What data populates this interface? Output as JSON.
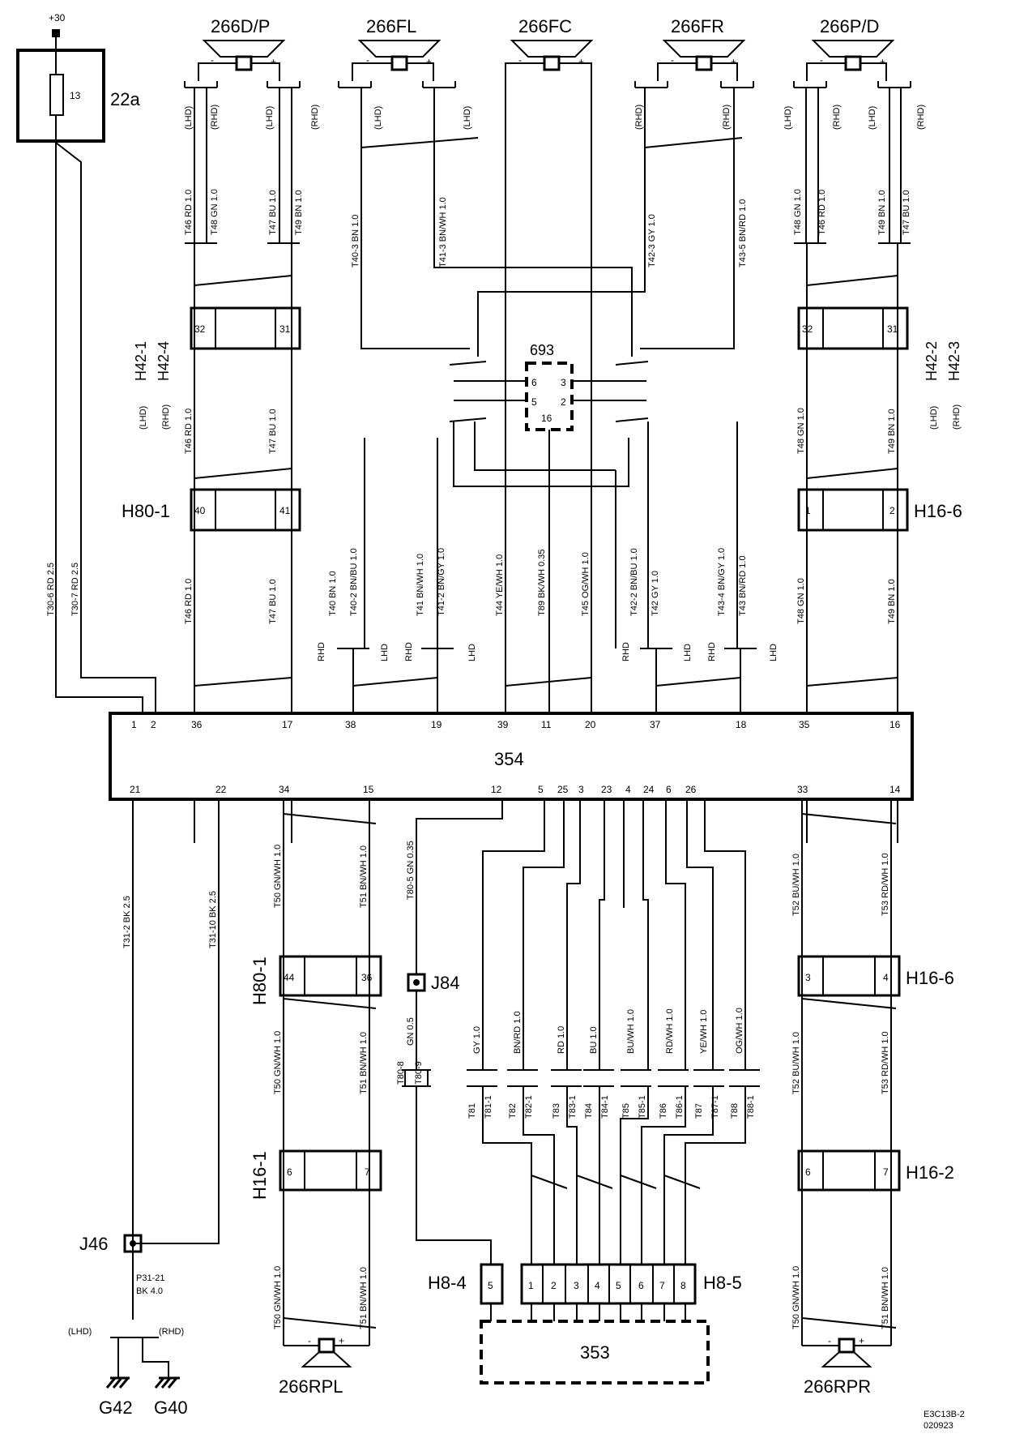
{
  "supply": {
    "label": "+30"
  },
  "fuse": {
    "id": "22a",
    "number": "13"
  },
  "module_354": {
    "label": "354"
  },
  "module_693": {
    "label": "693"
  },
  "module_353": {
    "label": "353"
  },
  "speakers": {
    "top": [
      {
        "id": "266D/P",
        "minus": "-",
        "plus": "+"
      },
      {
        "id": "266FL",
        "minus": "-",
        "plus": "+"
      },
      {
        "id": "266FC",
        "minus": "-",
        "plus": "+"
      },
      {
        "id": "266FR",
        "minus": "-",
        "plus": "+"
      },
      {
        "id": "266P/D",
        "minus": "-",
        "plus": "+"
      }
    ],
    "bottom": [
      {
        "id": "266RPL",
        "minus": "-",
        "plus": "+"
      },
      {
        "id": "266RPR",
        "minus": "-",
        "plus": "+"
      }
    ]
  },
  "connectors": {
    "h42_left_a": "H42-1",
    "h42_left_b": "H42-4",
    "h42_left_a_note": "(LHD)",
    "h42_left_b_note": "(RHD)",
    "h42_right_a": "H42-2",
    "h42_right_b": "H42-3",
    "h42_right_a_note": "(LHD)",
    "h42_right_b_note": "(RHD)",
    "h80_top": "H80-1",
    "h16_6_top": "H16-6",
    "h80_bottom": "H80-1",
    "h16_6_bottom": "H16-6",
    "h16_1": "H16-1",
    "h16_2": "H16-2",
    "h8_4": "H8-4",
    "h8_5": "H8-5",
    "j46": "J46",
    "j84": "J84"
  },
  "pins": {
    "h42_left": [
      "32",
      "31"
    ],
    "h42_right": [
      "32",
      "31"
    ],
    "h80_top": [
      "40",
      "41"
    ],
    "h16_6_top": [
      "1",
      "2"
    ],
    "h80_bottom": [
      "44",
      "36"
    ],
    "h16_6_bottom": [
      "3",
      "4"
    ],
    "h16_1": [
      "6",
      "7"
    ],
    "h16_2": [
      "6",
      "7"
    ],
    "h8_4": [
      "5"
    ],
    "h8_5": [
      "1",
      "2",
      "3",
      "4",
      "5",
      "6",
      "7",
      "8"
    ],
    "m693": [
      "6",
      "3",
      "5",
      "2",
      "16"
    ],
    "m354_top": [
      "1",
      "2",
      "36",
      "17",
      "38",
      "19",
      "39",
      "11",
      "20",
      "37",
      "18",
      "35",
      "16"
    ],
    "m354_bottom": [
      "21",
      "22",
      "34",
      "15",
      "12",
      "5",
      "25",
      "3",
      "23",
      "4",
      "24",
      "6",
      "26",
      "33",
      "14"
    ]
  },
  "wires": {
    "top_left": [
      "T46  RD  1.0",
      "T48  GN  1.0",
      "T47  BU  1.0",
      "T49  BN  1.0"
    ],
    "top_left_notes": [
      "(LHD)",
      "(RHD)",
      "(LHD)",
      "(RHD)"
    ],
    "top_fl": [
      "T40-3  BN  1.0",
      "T41-3  BN/WH  1.0"
    ],
    "top_fl_notes": [
      "(LHD)",
      "(LHD)"
    ],
    "top_fr": [
      "T42-3  GY  1.0",
      "T43-5  BN/RD  1.0"
    ],
    "top_fr_notes": [
      "(RHD)",
      "(RHD)"
    ],
    "top_right": [
      "T48  GN  1.0",
      "T46  RD  1.0",
      "T49  BN  1.0",
      "T47  BU  1.0"
    ],
    "top_right_notes": [
      "(LHD)",
      "(RHD)",
      "(LHD)",
      "(RHD)"
    ],
    "mid_left": [
      "T46  RD  1.0",
      "T47  BU  1.0"
    ],
    "mid_right": [
      "T48  GN  1.0",
      "T49  BN  1.0"
    ],
    "supply": [
      "T30-6  RD  2.5",
      "T30-7  RD  2.5"
    ],
    "low_left": [
      "T46  RD  1.0",
      "T47  BU  1.0"
    ],
    "low_center": [
      "T40  BN  1.0",
      "T40-2  BN/BU  1.0",
      "T41  BN/WH  1.0",
      "T41-2  BN/GY  1.0",
      "T44  YE/WH  1.0",
      "T89  BK/WH  0.35",
      "T45  OG/WH  1.0",
      "T42-2  BN/BU  1.0",
      "T42  GY  1.0",
      "T43-4  BN/GY  1.0",
      "T43  BN/RD  1.0"
    ],
    "low_center_notes": [
      "RHD",
      "LHD",
      "RHD",
      "LHD",
      "RHD",
      "LHD",
      "RHD",
      "LHD"
    ],
    "low_right": [
      "T48  GN  1.0",
      "T49  BN  1.0"
    ],
    "ground": [
      "T31-2  BK  2.5",
      "T31-10  BK  2.5"
    ],
    "rear_left_a": [
      "T50  GN/WH  1.0",
      "T51  BN/WH  1.0"
    ],
    "rear_left_b": [
      "T50  GN/WH  1.0",
      "T51  BN/WH  1.0"
    ],
    "rear_left_c": [
      "T50  GN/WH  1.0",
      "T51  BN/WH  1.0"
    ],
    "t80_5": "T80-5  GN  0.35",
    "t80_below": "GN  0.5",
    "t80_branch": [
      "T80-8",
      "T80-9"
    ],
    "amp_colors": [
      "GY  1.0",
      "BN/RD  1.0",
      "RD  1.0",
      "BU  1.0",
      "BU/WH  1.0",
      "RD/WH  1.0",
      "YE/WH  1.0",
      "OG/WH  1.0"
    ],
    "amp_ids": [
      [
        "T81",
        "T81-1"
      ],
      [
        "T82",
        "T82-1"
      ],
      [
        "T83",
        "T83-1"
      ],
      [
        "T84",
        "T84-1"
      ],
      [
        "T85",
        "T85-1"
      ],
      [
        "T86",
        "T86-1"
      ],
      [
        "T87",
        "T87-1"
      ],
      [
        "T88",
        "T88-1"
      ]
    ],
    "rear_right_a": [
      "T52  BU/WH  1.0",
      "T53  RD/WH  1.0"
    ],
    "rear_right_b": [
      "T52  BU/WH  1.0",
      "T53  RD/WH  1.0"
    ],
    "rear_right_c": [
      "T50  GN/WH  1.0",
      "T51  BN/WH  1.0"
    ],
    "ground_cable": "P31-21",
    "ground_cable_spec": "BK  4.0",
    "ground_notes": [
      "(LHD)",
      "(RHD)"
    ]
  },
  "grounds": [
    "G42",
    "G40"
  ],
  "footer": {
    "code": "E3C13B-2",
    "date": "020923"
  }
}
